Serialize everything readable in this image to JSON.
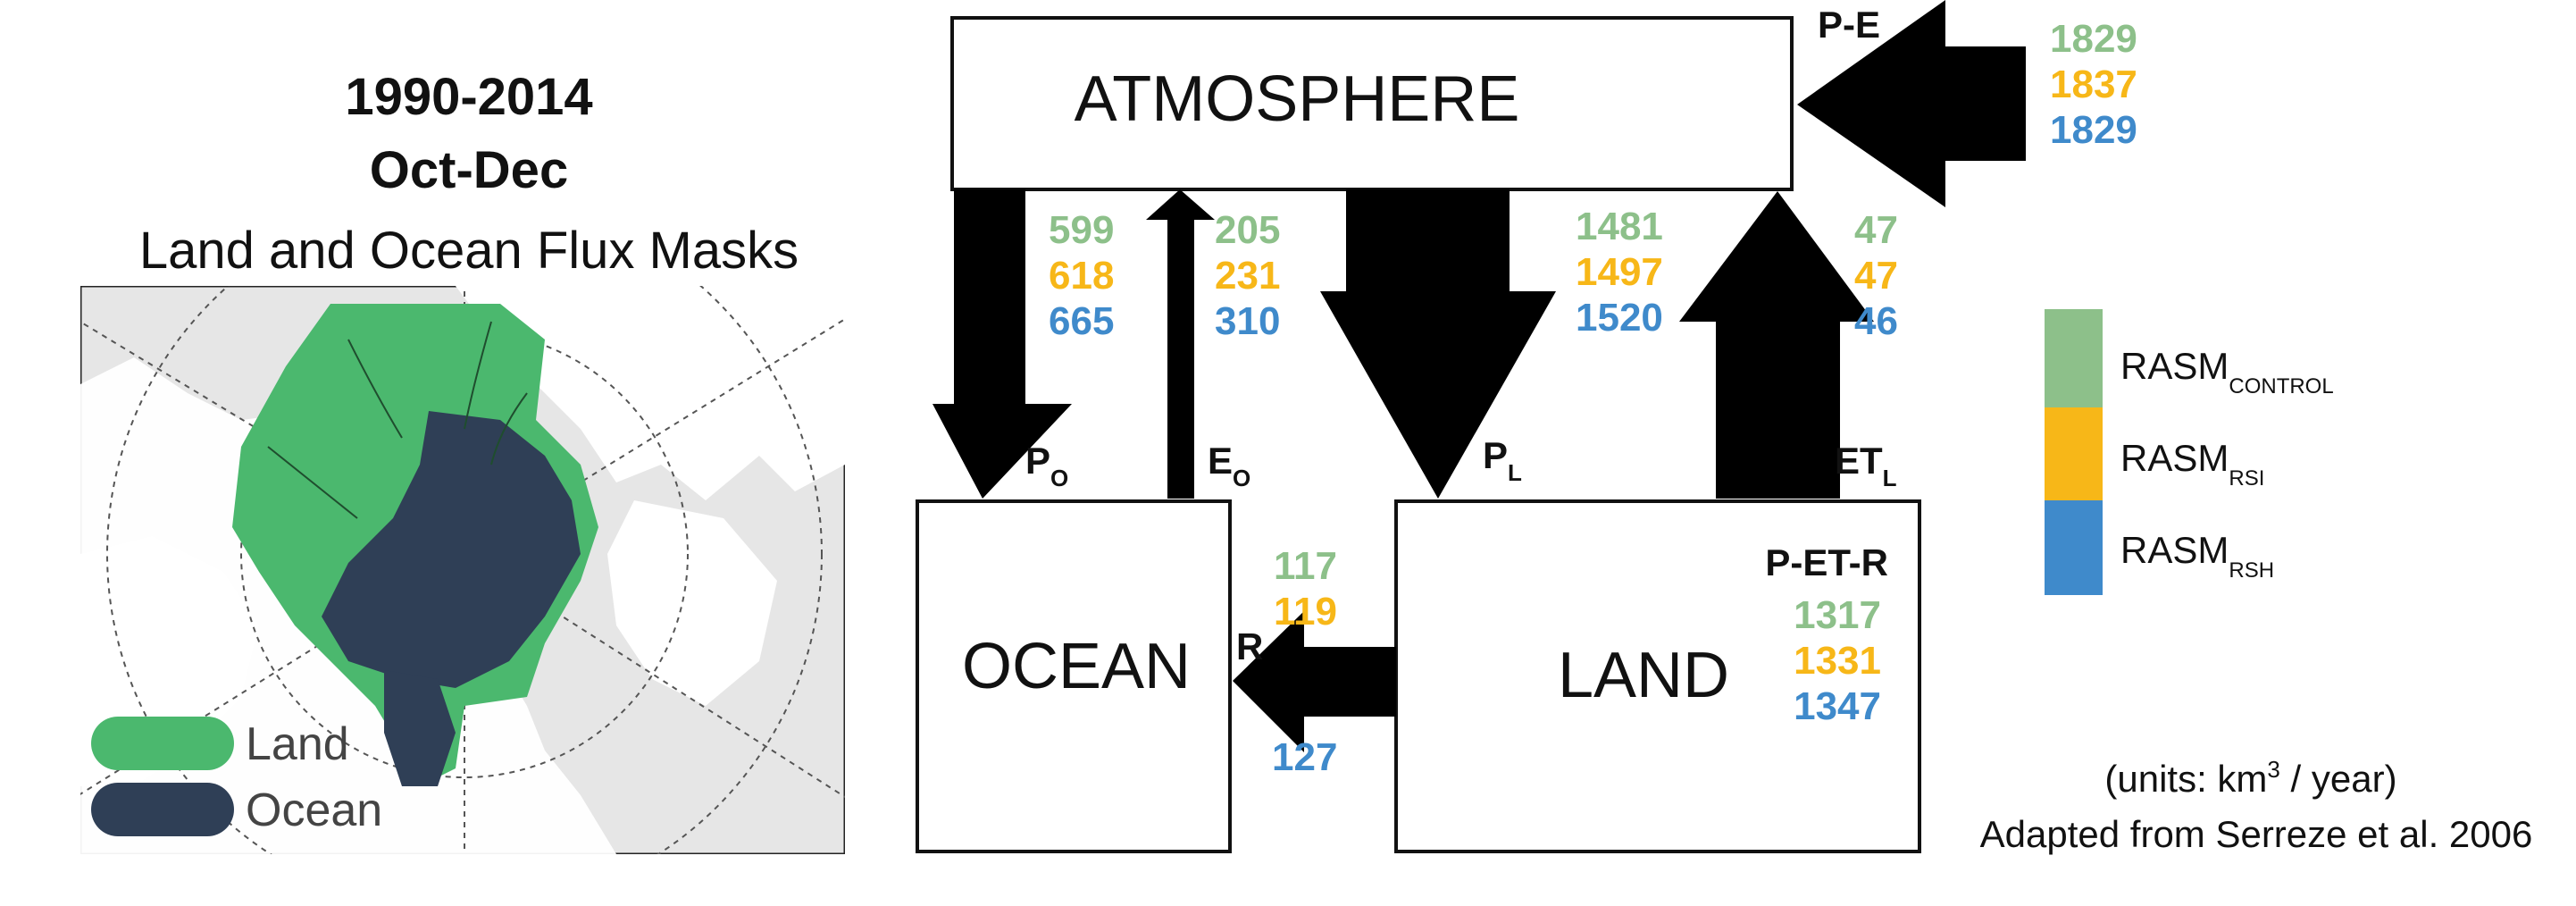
{
  "colors": {
    "control": "#8dc08a",
    "rsi": "#f7b718",
    "rsh": "#3f8acb",
    "land_mask": "#4bb86e",
    "ocean_mask": "#2f3f56",
    "map_bg": "#e6e6e6",
    "map_land": "#ffffff"
  },
  "map_panel": {
    "title_line1": "1990-2014",
    "title_line2": "Oct-Dec",
    "title_line3": "Land and Ocean Flux Masks",
    "legend": [
      {
        "label": "Land",
        "color": "#4bb86e"
      },
      {
        "label": "Ocean",
        "color": "#2f3f56"
      }
    ]
  },
  "diagram": {
    "atmosphere_label": "ATMOSPHERE",
    "ocean_label": "OCEAN",
    "land_label": "LAND",
    "pe": {
      "label": "P-E",
      "values": [
        "1829",
        "1837",
        "1829"
      ]
    },
    "po": {
      "label": "P",
      "sub": "O",
      "values": [
        "599",
        "618",
        "665"
      ]
    },
    "eo": {
      "label": "E",
      "sub": "O",
      "values": [
        "205",
        "231",
        "310"
      ]
    },
    "pl": {
      "label": "P",
      "sub": "L",
      "values": [
        "1481",
        "1497",
        "1520"
      ]
    },
    "etl": {
      "label": "ET",
      "sub": "L",
      "values": [
        "47",
        "47",
        "46"
      ]
    },
    "r": {
      "label": "R",
      "values": [
        "117",
        "119",
        "127"
      ]
    },
    "petr": {
      "label": "P-ET-R",
      "values": [
        "1317",
        "1331",
        "1347"
      ]
    }
  },
  "legend": {
    "items": [
      {
        "base": "RASM",
        "sub": "CONTROL",
        "color": "#8dc08a"
      },
      {
        "base": "RASM",
        "sub": "RSI",
        "color": "#f7b718"
      },
      {
        "base": "RASM",
        "sub": "RSH",
        "color": "#3f8acb"
      }
    ]
  },
  "notes": {
    "units_prefix": "(units: km",
    "units_sup": "3",
    "units_suffix": " / year)",
    "source": "Adapted from Serreze et al. 2006"
  }
}
